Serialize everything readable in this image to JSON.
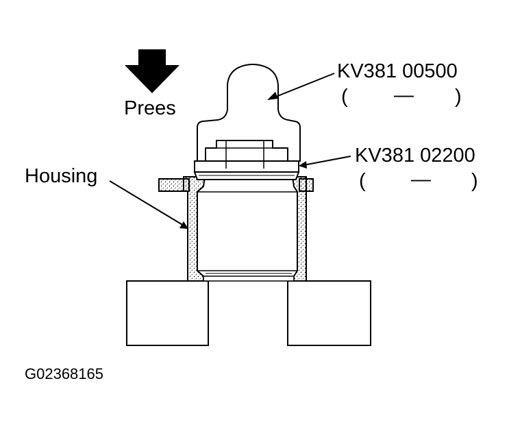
{
  "labels": {
    "press": "Prees",
    "housing": "Housing",
    "tool_upper": {
      "code": "KV381 00500",
      "alt_open": "(",
      "alt_dash": "—",
      "alt_close": ")"
    },
    "tool_lower": {
      "code": "KV381 02200",
      "alt_open": "(",
      "alt_dash": "—",
      "alt_close": ")"
    },
    "figure_id": "G02368165"
  },
  "colors": {
    "ink": "#000000",
    "paper": "#ffffff"
  },
  "icons": {
    "press_arrow": "down-arrow-icon"
  }
}
